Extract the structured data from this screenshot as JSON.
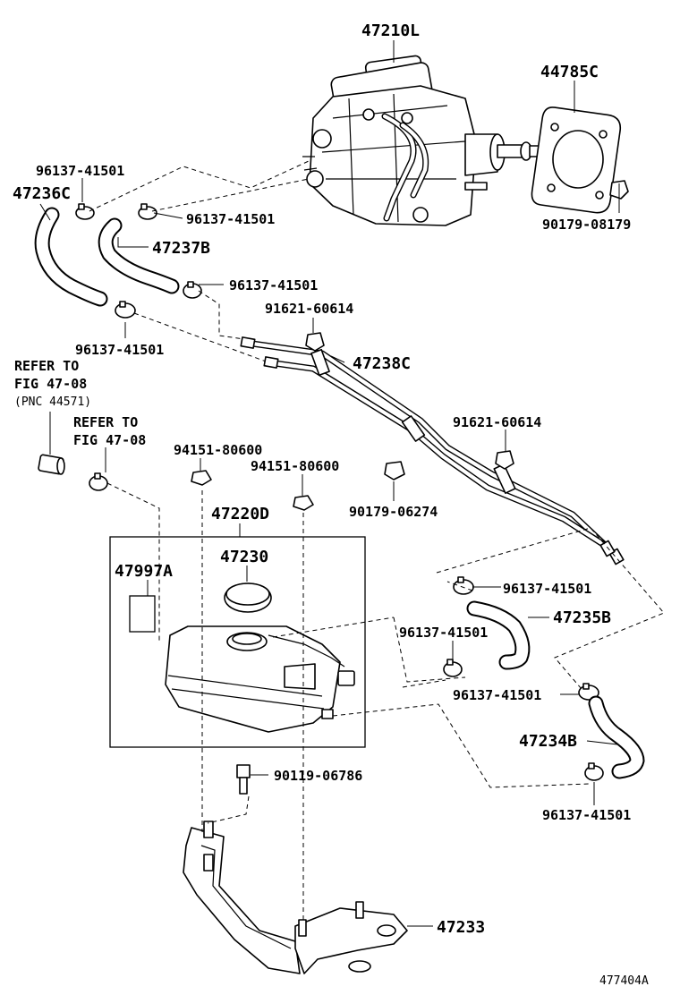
{
  "diagram": {
    "parts": {
      "booster_assembly": "47210L",
      "gasket": "44785C",
      "gasket_nut": "90179-08179",
      "hose_left": "47236C",
      "hose_center": "47237B",
      "clip_a": "96137-41501",
      "clip_b": "96137-41501",
      "clip_c": "96137-41501",
      "clip_d": "96137-41501",
      "clip_e": "96137-41501",
      "clip_f": "96137-41501",
      "clip_g": "96137-41501",
      "clip_h": "96137-41501",
      "tube_set": "47238C",
      "clamp_a": "91621-60614",
      "clamp_b": "91621-60614",
      "grommet_a": "94151-80600",
      "grommet_b": "94151-80600",
      "nut_grommet": "90179-06274",
      "reservoir_assembly": "47220D",
      "reservoir_cap": "47230",
      "label_plate": "47997A",
      "hose_right_upper": "47235B",
      "hose_right_lower": "47234B",
      "bolt": "90119-06786",
      "bracket": "47233"
    },
    "references": {
      "refer_to_1": "REFER TO",
      "fig_1": "FIG 47-08",
      "pnc_1": "(PNC 44571)",
      "refer_to_2": "REFER TO",
      "fig_2": "FIG 47-08"
    },
    "figure_id": "477404A"
  }
}
